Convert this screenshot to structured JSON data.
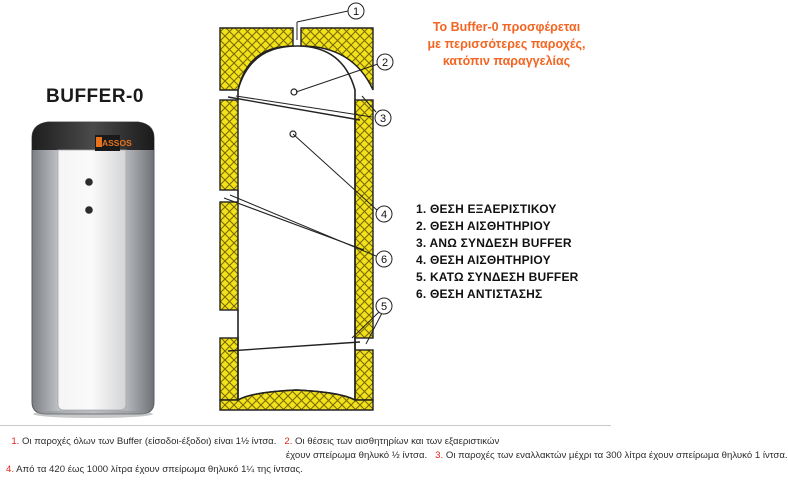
{
  "product": {
    "title": "BUFFER-0",
    "logo_text": "ASSOS"
  },
  "offer_text": {
    "lines": [
      "Το Buffer-0 προσφέρεται",
      "με περισσότερες παροχές,",
      "κατόπιν παραγγελίας"
    ],
    "color": "#f26522"
  },
  "callouts": [
    "1",
    "2",
    "3",
    "4",
    "5",
    "6"
  ],
  "legend": [
    "1. ΘΕΣΗ ΕΞΑΕΡΙΣΤΙΚΟΥ",
    "2. ΘΕΣΗ ΑΙΣΘΗΤΗΡΙΟΥ",
    "3. ΑΝΩ ΣΥΝΔΕΣΗ BUFFER",
    "4. ΘΕΣΗ ΑΙΣΘΗΤΗΡΙΟΥ",
    "5. ΚΑΤΩ ΣΥΝΔΕΣΗ BUFFER",
    "6. ΘΕΣΗ ΑΝΤΙΣΤΑΣΗΣ"
  ],
  "notes": {
    "n1_num": "1.",
    "n1_text": "Οι παροχές όλων των Buffer (είσοδοι-έξοδοι) είναι 1½ ίντσα.",
    "n2_num": "2.",
    "n2_text_a": "Οι θέσεις των αισθητηρίων και των εξαεριστικών",
    "n2_text_b": "έχουν σπείρωμα θηλυκό ½ ίντσα.",
    "n3_num": "3.",
    "n3_text": "Οι παροχές των εναλλακτών μέχρι τα 300 λίτρα έχουν σπείρωμα θηλυκό 1 ίντσα.",
    "n4_num": "4.",
    "n4_text": "Από τα 420 έως 1000 λίτρα έχουν σπείρωμα θηλυκό 1¼ της ίντσας."
  },
  "colors": {
    "insulation": "#f2e21a",
    "insulation_hatch": "#6a5a00",
    "accent_red": "#e0251b",
    "tank_body": "#b9bcc0",
    "tank_panel": "#d9dadc",
    "tank_cap": "#2a2a2a"
  }
}
